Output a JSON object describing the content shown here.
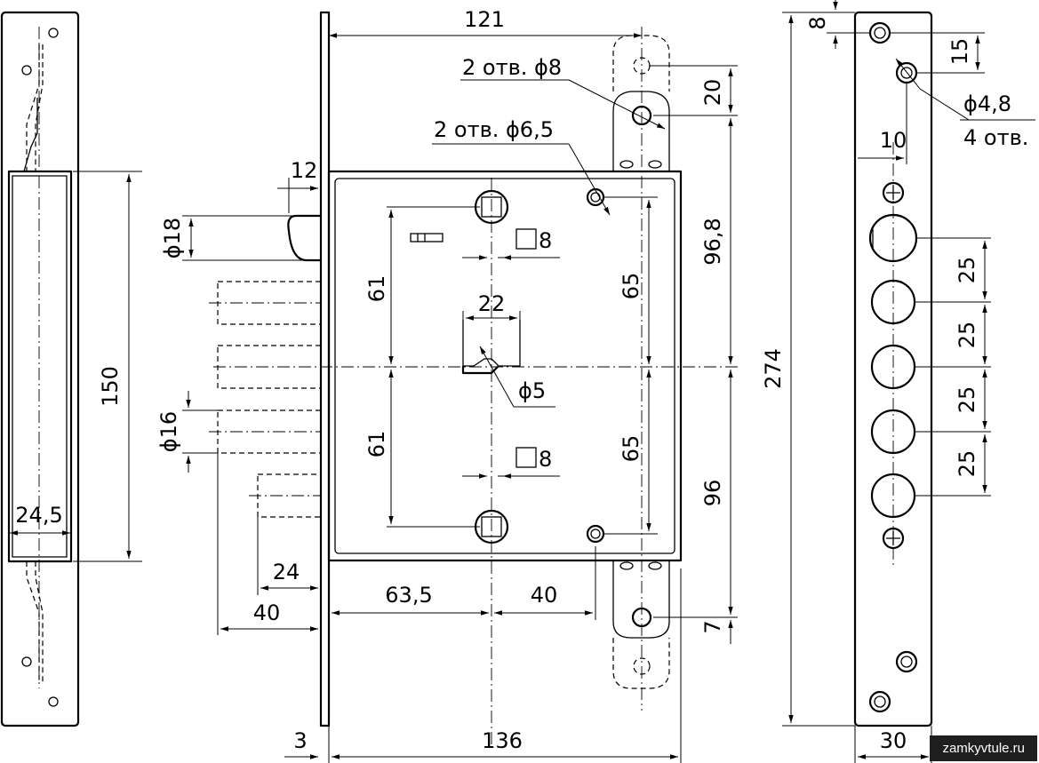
{
  "watermark": "zamkyvtule.ru",
  "left_strike": {
    "dim_length": "150",
    "dim_width": "24,5"
  },
  "lock_body": {
    "dim_backset_total": "121",
    "dim_hole8_label": "2 отв. ϕ8",
    "dim_hole65_label": "2 отв. ϕ6,5",
    "dim_top_20": "20",
    "dim_968": "96,8",
    "dim_96": "96",
    "dim_7": "7",
    "dim_latch_12": "12",
    "dim_latch_18": "ϕ18",
    "dim_bolt_16": "ϕ16",
    "dim_61_top": "61",
    "dim_61_bottom": "61",
    "dim_65_top": "65",
    "dim_65_bottom": "65",
    "dim_22": "22",
    "dim_5": "ϕ5",
    "dim_sq8_top": "8",
    "dim_sq8_bottom": "8",
    "dim_24": "24",
    "dim_40_left": "40",
    "dim_635": "63,5",
    "dim_40_right": "40",
    "dim_3": "3",
    "dim_136": "136"
  },
  "faceplate": {
    "dim_8": "8",
    "dim_15": "15",
    "dim_48": "ϕ4,8",
    "dim_4holes": "4 отв.",
    "dim_10": "10",
    "dim_274": "274",
    "dim_25_a": "25",
    "dim_25_b": "25",
    "dim_25_c": "25",
    "dim_25_d": "25",
    "dim_30": "30"
  }
}
